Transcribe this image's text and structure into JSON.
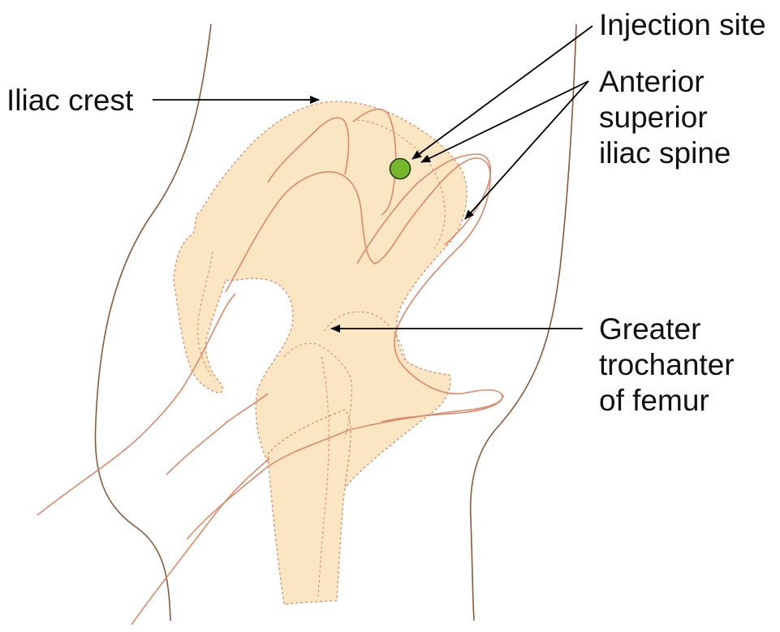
{
  "colors": {
    "bone_fill": "#fbe6c3",
    "bone_outline": "#d98a6a",
    "skin_outline": "#8a5a3c",
    "muscle_outline": "#d98a6a",
    "injection_site_fill": "#77b82a",
    "injection_site_stroke": "#1f3a10",
    "leader_line": "#000000",
    "text": "#111111"
  },
  "labels": {
    "iliac_crest": "Iliac crest",
    "injection_site": "Injection site",
    "asis": [
      "Anterior",
      "superior",
      "iliac spine"
    ],
    "greater_trochanter": [
      "Greater",
      "trochanter",
      "of femur"
    ]
  }
}
